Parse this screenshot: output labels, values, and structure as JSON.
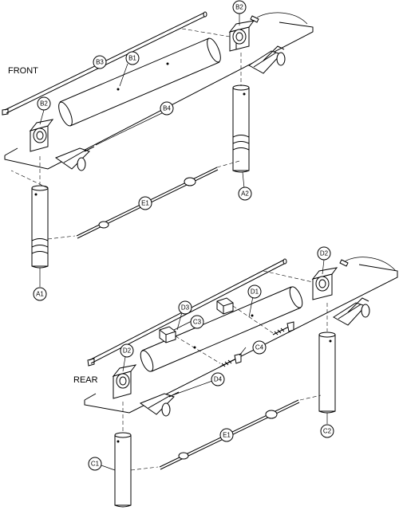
{
  "sections": {
    "front": "FRONT",
    "rear": "REAR"
  },
  "callouts": {
    "front_b2_top": "B2",
    "front_b3": "B3",
    "front_b1": "B1",
    "front_b2_left": "B2",
    "front_b4": "B4",
    "front_e1": "E1",
    "front_a1": "A1",
    "front_a2": "A2",
    "rear_d2_top": "D2",
    "rear_d3": "D3",
    "rear_d1": "D1",
    "rear_c3": "C3",
    "rear_c4": "C4",
    "rear_d2_left": "D2",
    "rear_d4": "D4",
    "rear_e1": "E1",
    "rear_c1": "C1",
    "rear_c2": "C2"
  }
}
